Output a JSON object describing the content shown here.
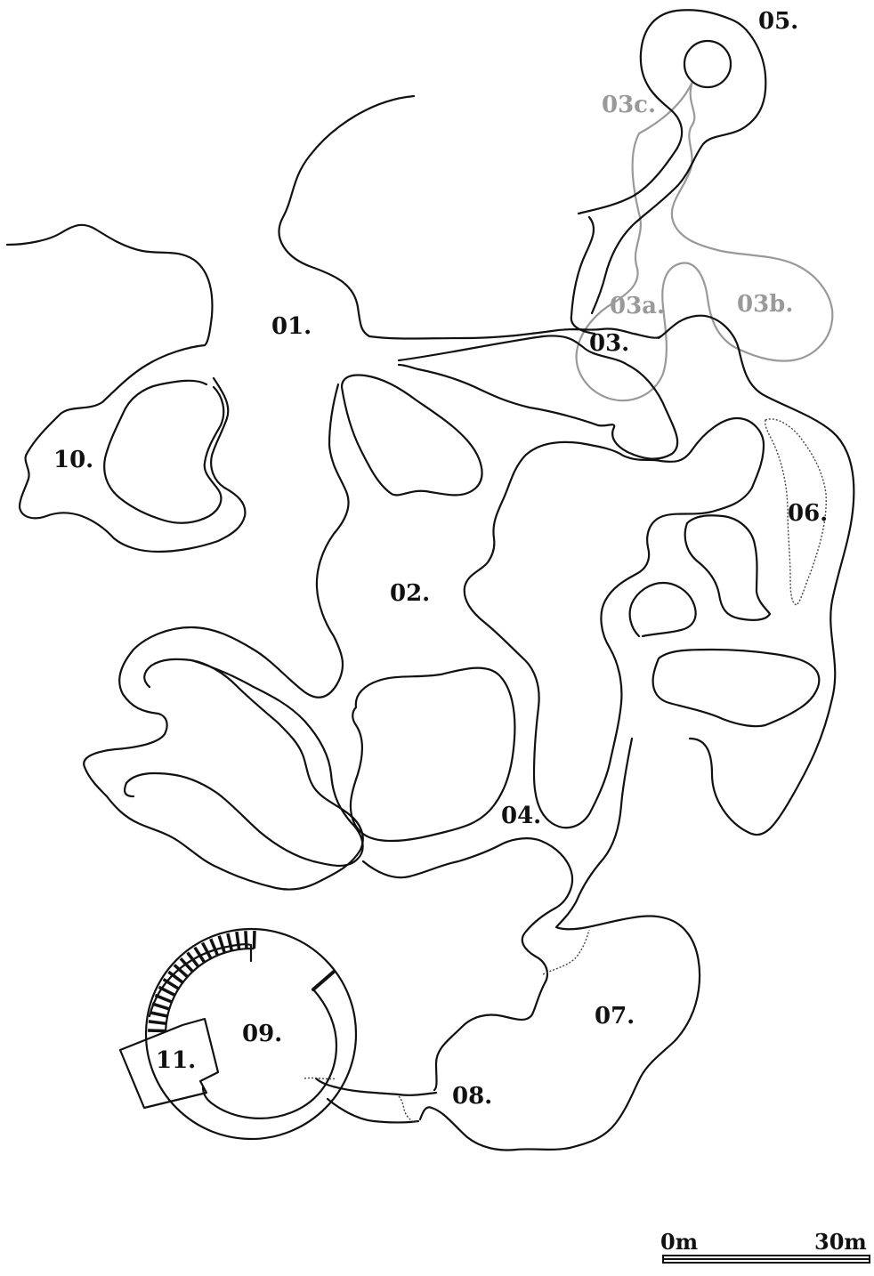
{
  "labels": {
    "l01": "01.",
    "l02": "02.",
    "l03": "03.",
    "l03a": "03a.",
    "l03b": "03b.",
    "l03c": "03c.",
    "l04": "04.",
    "l05": "05.",
    "l06": "06.",
    "l07": "07.",
    "l08": "08.",
    "l09": "09.",
    "l10": "10.",
    "l11": "11."
  },
  "scale_bar": {
    "start_label": "0m",
    "end_label": "30m"
  },
  "colors": {
    "wall": "#111111",
    "upper_level": "#999999",
    "background": "#ffffff"
  }
}
